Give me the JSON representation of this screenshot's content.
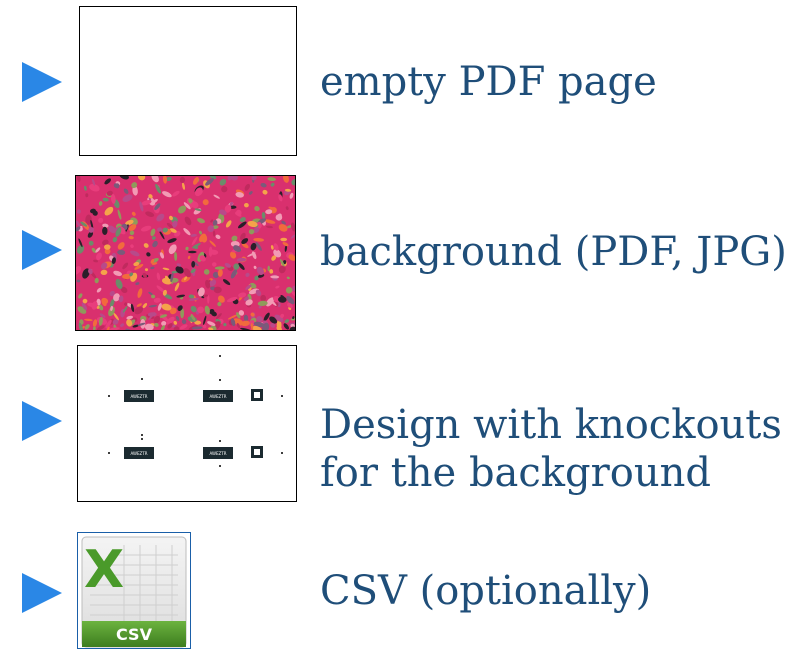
{
  "rows": [
    {
      "id": "empty-page",
      "label": "empty PDF page",
      "lines": [
        "empty PDF page"
      ]
    },
    {
      "id": "background",
      "label": "background (PDF, JPG)",
      "lines": [
        "background (PDF, JPG)"
      ]
    },
    {
      "id": "design",
      "label": "Design with knockouts for the background",
      "lines": [
        "Design with knockouts",
        "for the background"
      ]
    },
    {
      "id": "csv",
      "label": "CSV (optionally)",
      "lines": [
        "CSV (optionally)"
      ]
    }
  ],
  "csv_icon": {
    "letter": "X",
    "badge_text": "CSV"
  },
  "design_thumb": {
    "card_text": "AWEZTR"
  },
  "colors": {
    "arrow": "#2a87e6",
    "label_text": "#1f4e79",
    "pattern_base": "#d9306e",
    "csv_green": "#4a8f2a"
  },
  "icons": {
    "arrow": "right-triangle-arrow-icon",
    "csv": "excel-csv-file-icon"
  }
}
